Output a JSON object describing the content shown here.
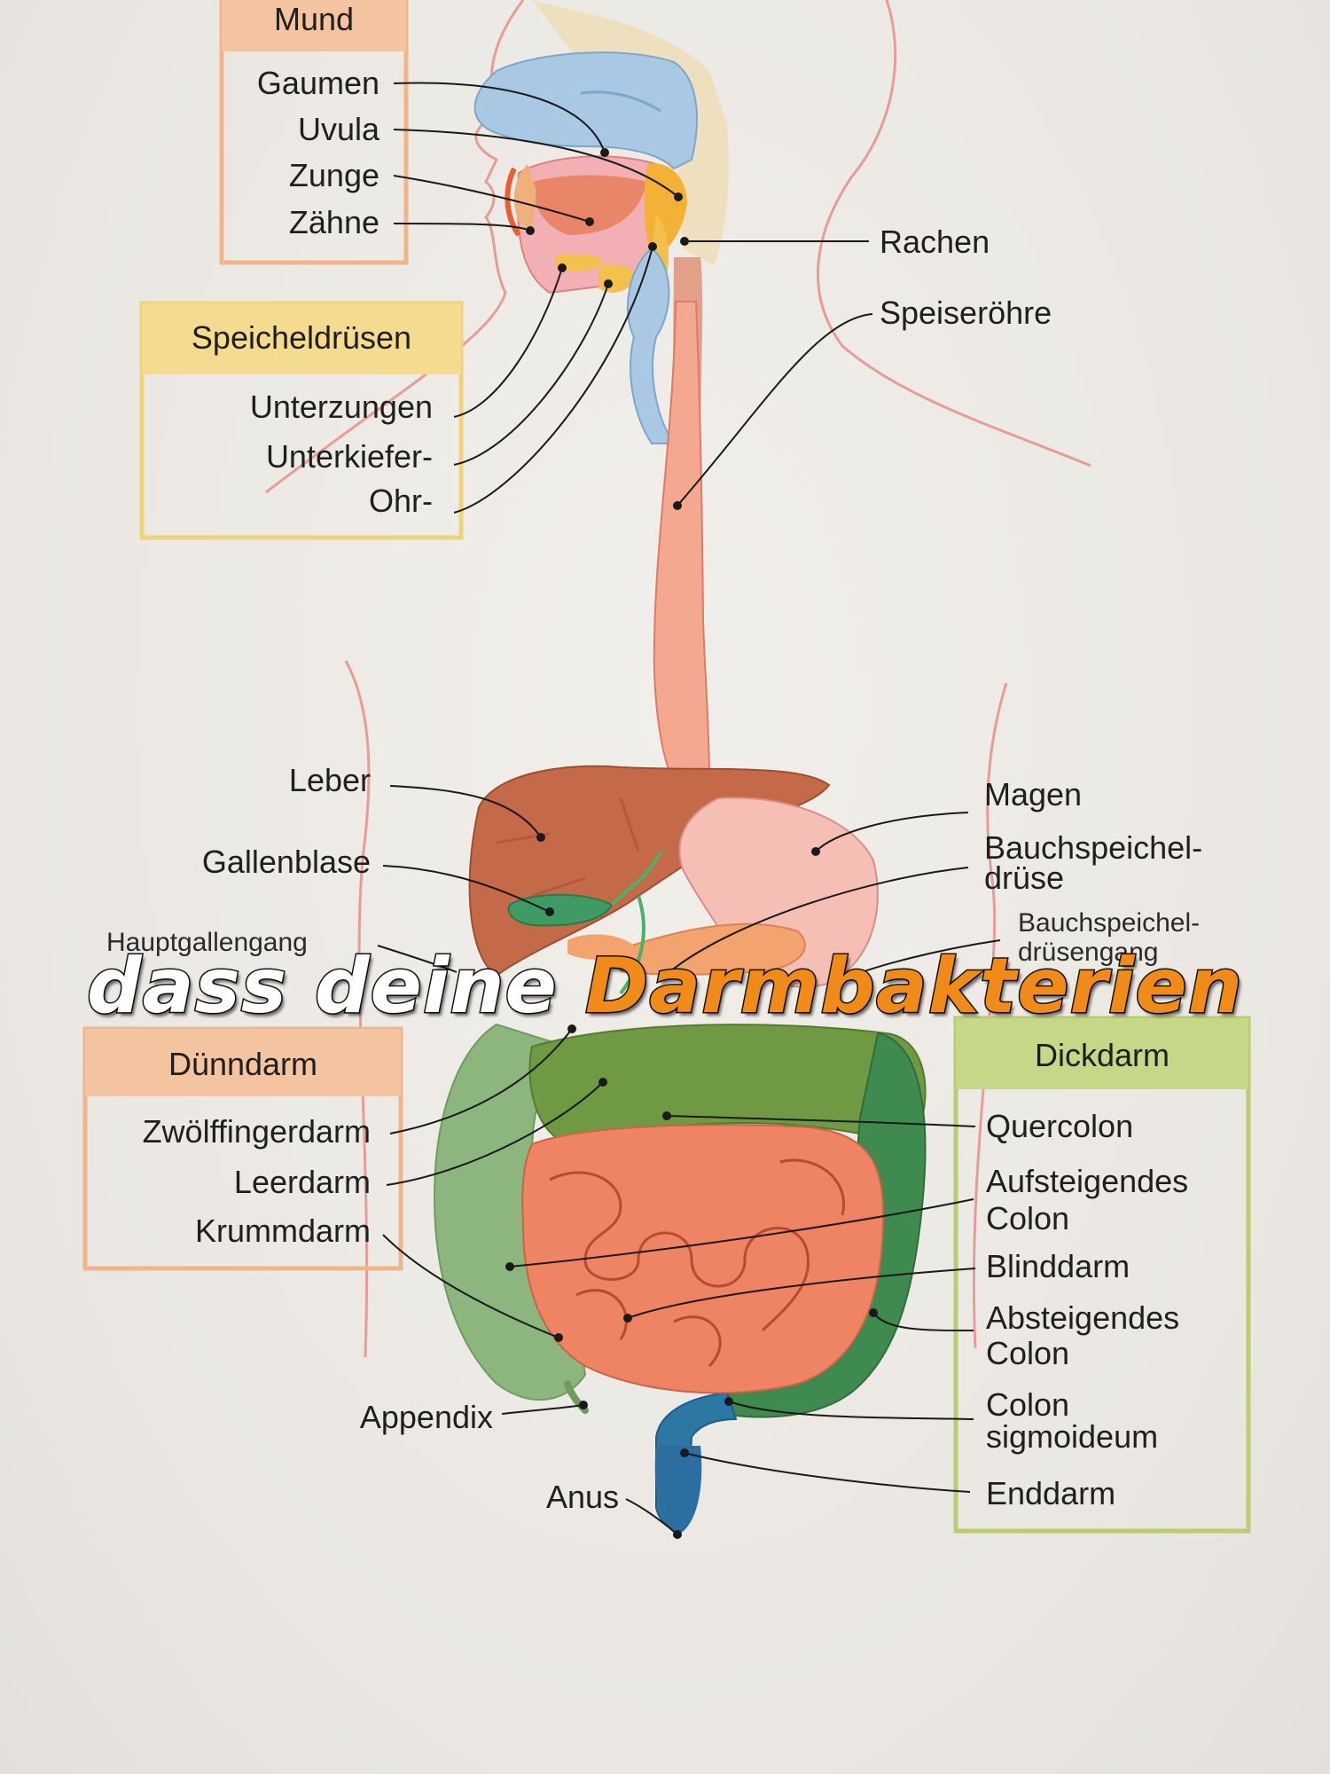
{
  "groups": {
    "mund": {
      "title": "Mund",
      "items": [
        "Gaumen",
        "Uvula",
        "Zunge",
        "Zähne"
      ],
      "color": "#f0b58c"
    },
    "speicheldruesen": {
      "title": "Speicheldrüsen",
      "items": [
        "Unterzungen",
        "Unterkiefer-",
        "Ohr-"
      ],
      "color": "#f0d27a"
    },
    "duenndarm": {
      "title": "Dünndarm",
      "items": [
        "Zwölffingerdarm",
        "Leerdarm",
        "Krummdarm"
      ],
      "color": "#f0b58c"
    },
    "dickdarm": {
      "title": "Dickdarm",
      "items": [
        "Quercolon",
        "Aufsteigendes",
        "Colon",
        "Blinddarm",
        "Absteigendes",
        "Colon",
        "Colon",
        "sigmoideum",
        "Enddarm"
      ],
      "color": "#b9cc6e"
    }
  },
  "labels": {
    "rachen": "Rachen",
    "speiseroehre": "Speiseröhre",
    "leber": "Leber",
    "gallenblase": "Gallenblase",
    "hauptgallengang": "Hauptgallengang",
    "magen": "Magen",
    "bauchspeichel_1": "Bauchspeichel-",
    "bauchspeichel_2": "drüse",
    "bauchgang_1": "Bauchspeichel-",
    "bauchgang_2": "drüsengang",
    "appendix": "Appendix",
    "anus": "Anus"
  },
  "caption": {
    "part1": "dass deine",
    "part2": "Darmbakterien",
    "highlight_color": "#f08a18"
  }
}
